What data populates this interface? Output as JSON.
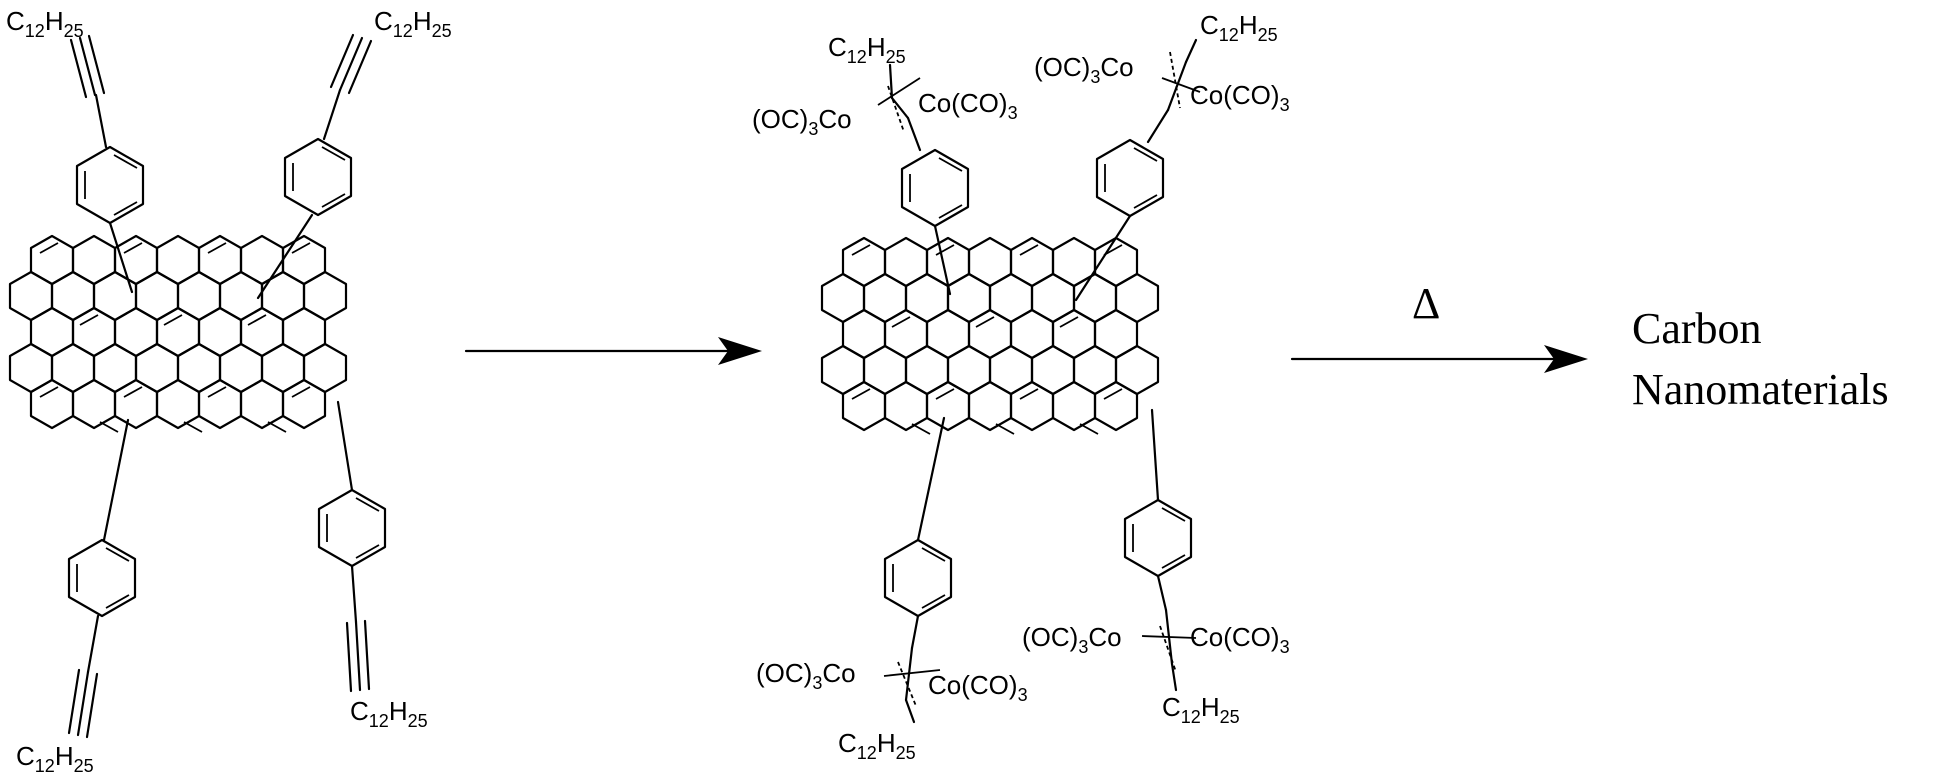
{
  "labels": {
    "alkyl": {
      "c": "C",
      "c_sub": "12",
      "h": "H",
      "h_sub": "25"
    },
    "co_left": {
      "pre": "(OC)",
      "sub": "3",
      "post": "Co"
    },
    "co_right": {
      "pre": "Co(CO)",
      "sub": "3"
    },
    "heat": "Δ",
    "product_line1": "Carbon",
    "product_line2": "Nanomaterials"
  },
  "colors": {
    "ink": "#000000",
    "background": "#ffffff"
  },
  "icons": {
    "reaction_arrow": "arrow-right-icon",
    "heat_symbol": "delta-icon"
  }
}
